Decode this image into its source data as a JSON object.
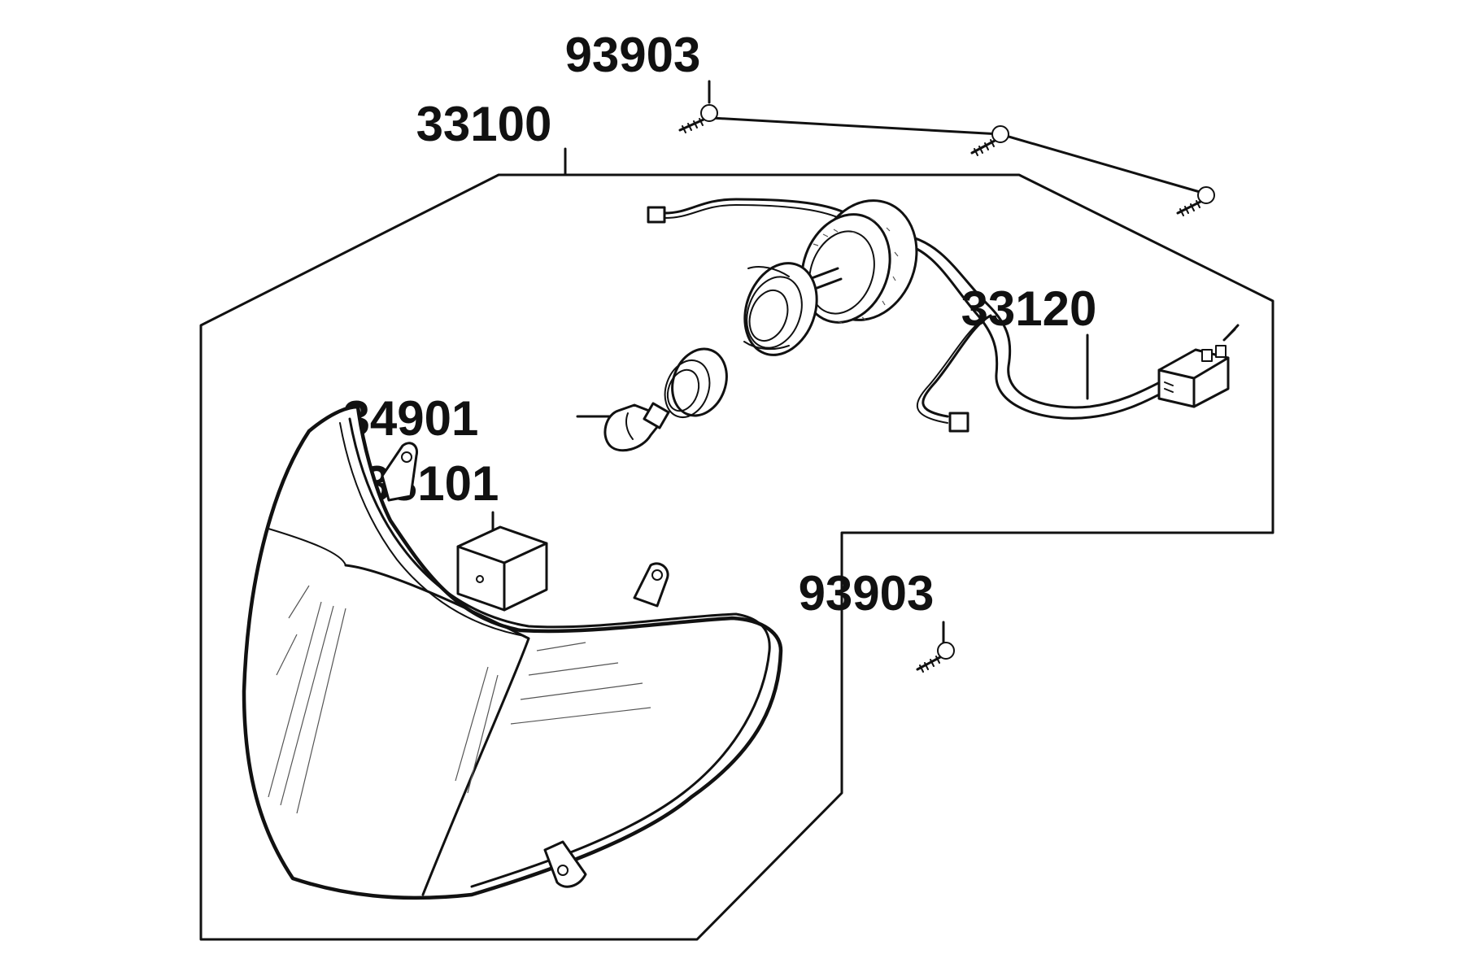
{
  "diagram": {
    "labels": {
      "screw_top": "93903",
      "headlight_assembly": "33100",
      "wire_harness": "33120",
      "bulb": "34901",
      "position_module": "33101",
      "screw_right": "93903"
    },
    "colors": {
      "ink": "#111111",
      "background": "#ffffff"
    }
  }
}
